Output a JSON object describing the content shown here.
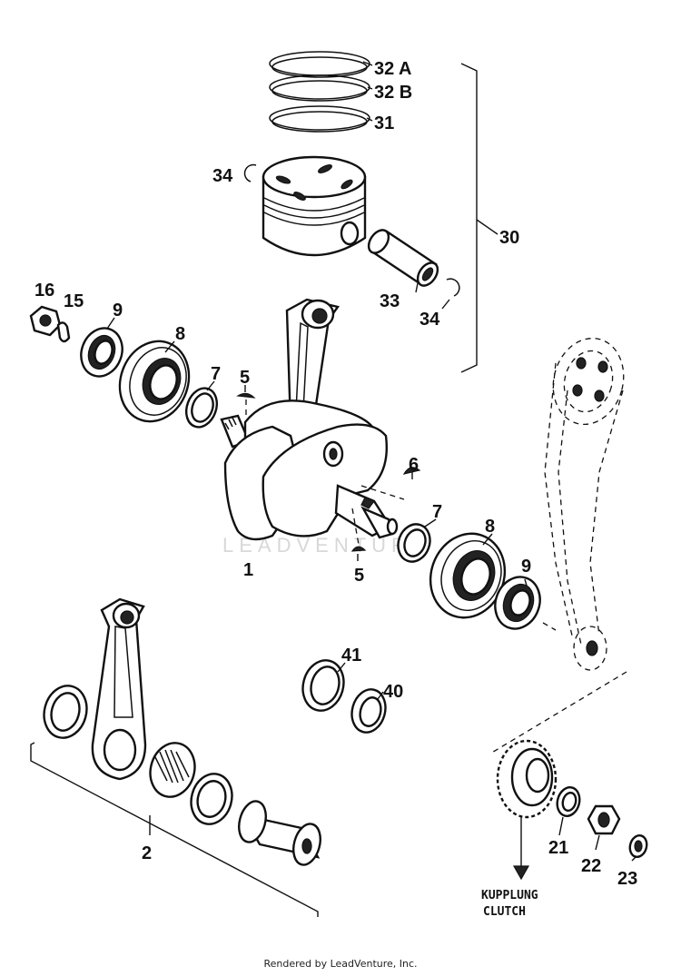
{
  "diagram": {
    "callouts": {
      "c32a": "32 A",
      "c32b": "32 B",
      "c31": "31",
      "c34a": "34",
      "c30": "30",
      "c33": "33",
      "c34b": "34",
      "c16": "16",
      "c15": "15",
      "c9a": "9",
      "c8a": "8",
      "c7a": "7",
      "c5a": "5",
      "c6": "6",
      "c7b": "7",
      "c8b": "8",
      "c9b": "9",
      "c5b": "5",
      "c1": "1",
      "c41": "41",
      "c40": "40",
      "c2": "2",
      "c21": "21",
      "c22": "22",
      "c23": "23"
    },
    "clutch_label_de": "KUPPLUNG",
    "clutch_label_en": "CLUTCH",
    "watermark": "LEADVENTURE"
  },
  "footer": {
    "text": "Rendered by LeadVenture, Inc."
  }
}
